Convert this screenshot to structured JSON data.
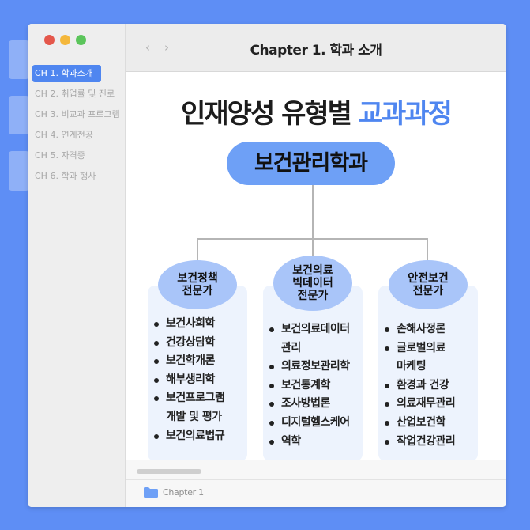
{
  "window": {
    "title": "Chapter 1. 학과 소개",
    "dots": [
      "#e4574b",
      "#f4b73b",
      "#5bc55b"
    ],
    "nav_back": "‹",
    "nav_forward": "›"
  },
  "sidebar": {
    "items": [
      {
        "label": "CH 1. 학과소개",
        "active": true
      },
      {
        "label": "CH 2. 취업률 및 진로",
        "active": false
      },
      {
        "label": "CH 3. 비교과 프로그램",
        "active": false
      },
      {
        "label": "CH 4. 연계전공",
        "active": false
      },
      {
        "label": "CH 5. 자격증",
        "active": false
      },
      {
        "label": "CH 6. 학과 행사",
        "active": false
      }
    ]
  },
  "main": {
    "headline_prefix": "인재양성 유형별 ",
    "headline_accent": "교과과정",
    "department": "보건관리학과",
    "tracks": [
      {
        "title": "보건정책\n전문가",
        "courses": [
          "보건사회학",
          "건강상담학",
          "보건학개론",
          "해부생리학",
          "보건프로그램",
          "개발 및 평가",
          "보건의료법규"
        ]
      },
      {
        "title": "보건의료\n빅데이터\n전문가",
        "courses": [
          "보건의료데이터",
          "관리",
          "의료정보관리학",
          "보건통계학",
          "조사방법론",
          "디지털헬스케어",
          "역학"
        ]
      },
      {
        "title": "안전보건\n전문가",
        "courses": [
          "손해사정론",
          "글로벌의료",
          "마케팅",
          "환경과 건강",
          "의료재무관리",
          "산업보건학",
          "작업건강관리"
        ]
      }
    ]
  },
  "footer": {
    "folder_label": "Chapter 1"
  },
  "colors": {
    "background": "#5e8ef5",
    "accent": "#4f86f0",
    "department_pill": "#6ea0f6",
    "track_pill": "#a9c5f9",
    "card": "#edf3fd"
  }
}
